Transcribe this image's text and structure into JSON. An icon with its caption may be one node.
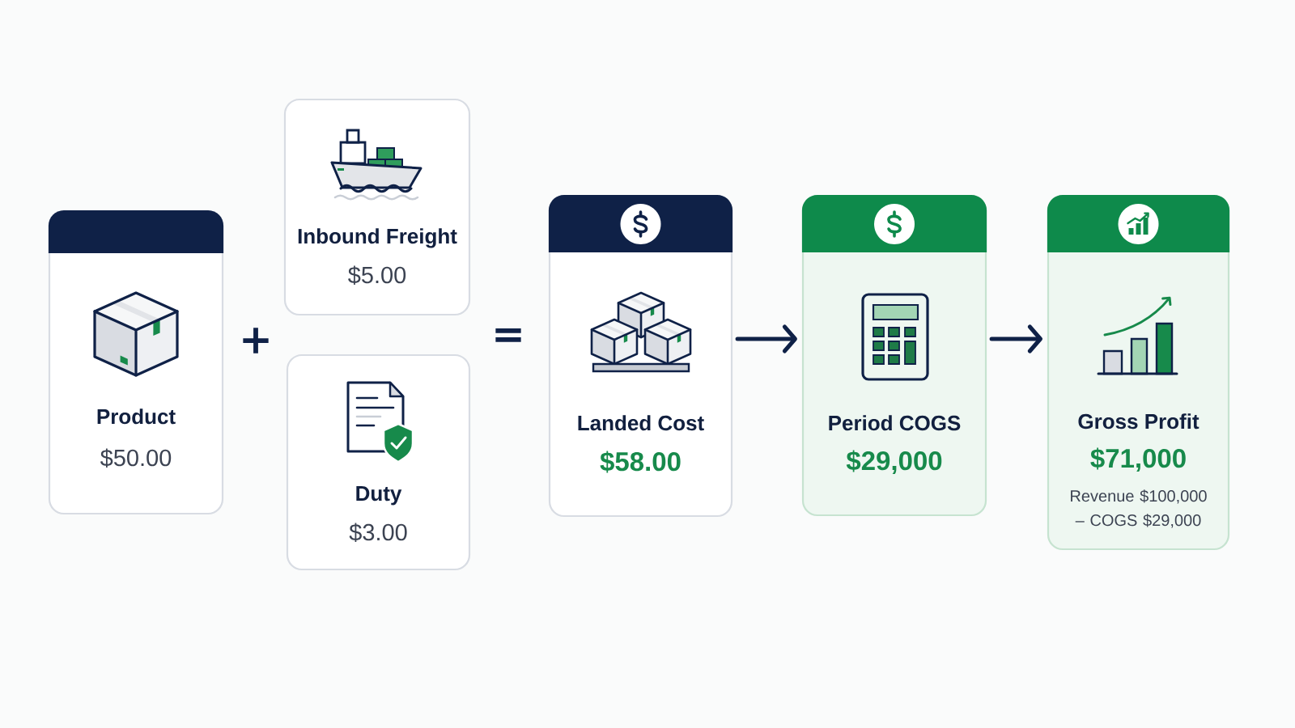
{
  "diagram": {
    "nodes": [
      {
        "text": [
          "Product",
          "$50.00"
        ]
      },
      {
        "text": [
          "Inbound Freight",
          "$5.00"
        ]
      },
      {
        "text": [
          "Duty",
          "$3.00"
        ]
      },
      {
        "text": [
          "Landed Cost",
          "$58.00"
        ]
      },
      {
        "text": [
          "Period COGS",
          "$29,000"
        ]
      },
      {
        "text": [
          "Gross Profit",
          "$71,000",
          "Revenue $100,000 – COGS $29,000"
        ]
      }
    ],
    "edges": [
      {
        "from": 3,
        "to": 4,
        "arrow": "to"
      },
      {
        "from": 4,
        "to": 5,
        "arrow": "to"
      }
    ],
    "labels": [
      "+",
      "="
    ]
  }
}
